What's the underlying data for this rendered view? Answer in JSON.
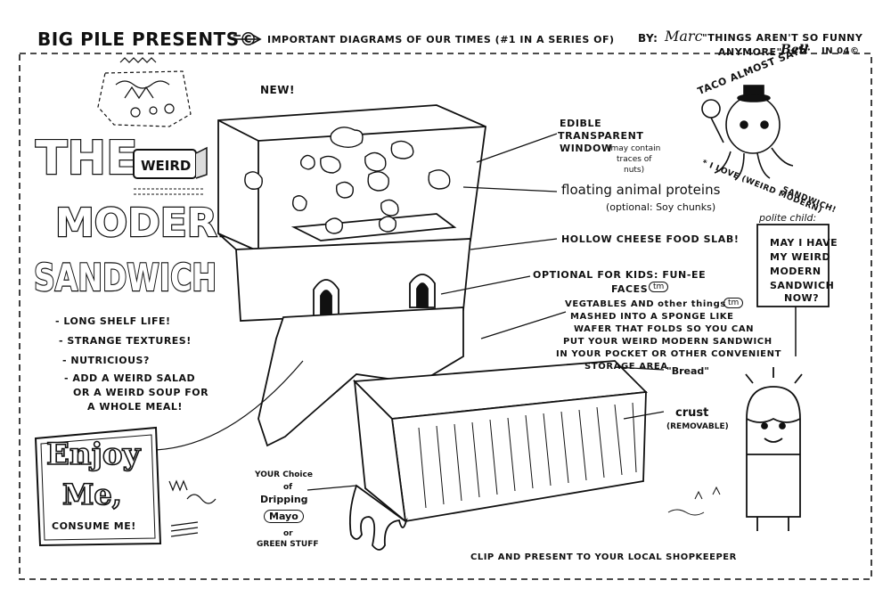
{
  "header": {
    "presenter": "BIG PILE PRESENTS©",
    "arrow_text": "IMPORTANT DIAGRAMS OF OUR TIMES (#1 IN A SERIES OF)",
    "byline_prefix": "BY:",
    "byline_first": "Marc",
    "byline_quote_1": "\"THINGS AREN'T SO FUNNY",
    "byline_quote_2": "ANYMORE\"",
    "byline_last": "Bell",
    "byline_date": "IN 04©"
  },
  "title": {
    "the": "THE",
    "weird": "WEIRD",
    "modern": "MODERN",
    "sandwich": "SANDWICH"
  },
  "features": [
    "- LONG SHELF LIFE!",
    "- STRANGE TEXTURES!",
    "- NUTRICIOUS?",
    "- ADD A WEIRD SALAD",
    "OR A WEIRD SOUP FOR",
    "A WHOLE MEAL!"
  ],
  "new_label": "NEW!",
  "callouts": {
    "window_1": "EDIBLE",
    "window_2": "TRANSPARENT",
    "window_3": "WINDOW",
    "window_note_1": "(may contain",
    "window_note_2": "traces of",
    "window_note_3": "nuts)",
    "proteins": "floating animal proteins",
    "proteins_note": "(optional: Soy chunks)",
    "cheese": "HOLLOW CHEESE FOOD SLAB!",
    "faces_1": "OPTIONAL FOR KIDS: FUN-EE",
    "faces_2": "FACES",
    "tm": "tm",
    "veg_1": "VEGTABLES AND other things",
    "veg_2": "MASHED INTO A SPONGE LIKE",
    "veg_3": "WAFER THAT FOLDS SO YOU CAN",
    "veg_4": "PUT YOUR WEIRD MODERN SANDWICH",
    "veg_5": "IN YOUR POCKET OR OTHER CONVENIENT",
    "veg_6": "STORAGE AREA",
    "bread": "\"Bread\"",
    "crust": "crust",
    "crust_note": "(REMOVABLE)",
    "choice_1": "YOUR Choice",
    "choice_2": "of",
    "choice_3": "Dripping",
    "choice_4": "Mayo",
    "choice_5": "or",
    "choice_6": "GREEN STUFF"
  },
  "taco": {
    "says": "TACO ALMOST SAYS:",
    "quote_1": "* I LOVE (WEIRD MODERN)",
    "quote_2": "SANDWICH!"
  },
  "child": {
    "label": "polite child:",
    "bubble": [
      "MAY I HAVE",
      "MY WEIRD",
      "MODERN",
      "SANDWICH",
      "NOW?"
    ]
  },
  "enjoy": {
    "line_1": "Enjoy",
    "line_2": "Me,",
    "line_3": "CONSUME ME!"
  },
  "footer": "CLIP AND PRESENT TO YOUR LOCAL SHOPKEEPER"
}
